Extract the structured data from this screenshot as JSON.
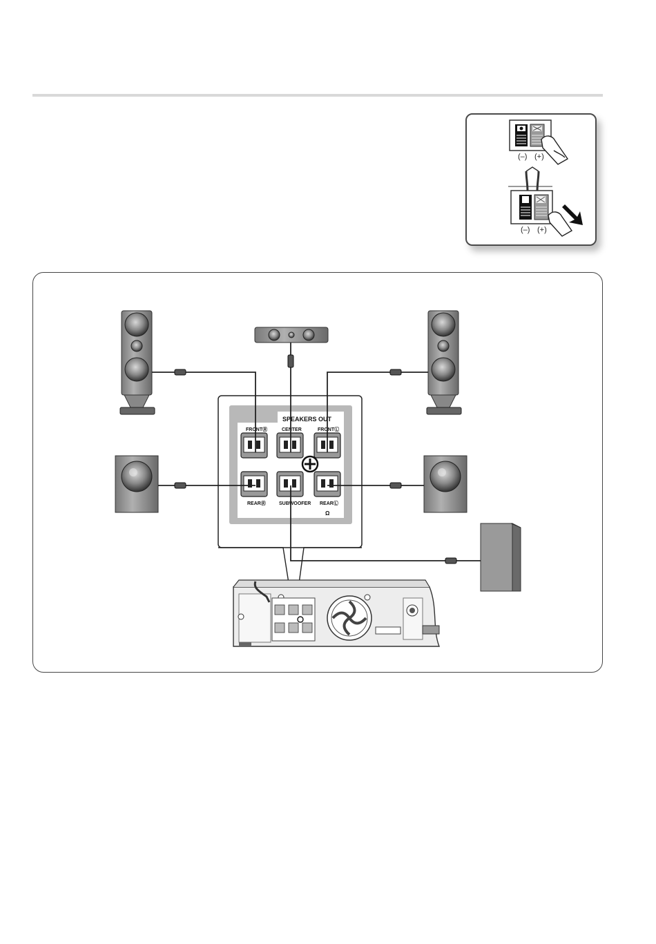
{
  "inset": {
    "polarity_minus": "(–)",
    "polarity_plus": "(+)"
  },
  "panel": {
    "title": "SPEAKERS OUT",
    "front_right": "FRONTⓇ",
    "center": "CENTER",
    "front_left": "FRONTⓁ",
    "rear_right": "REARⓇ",
    "subwoofer": "SUBWOOFER",
    "rear_left": "REARⓁ",
    "impedance_symbol": "Ω"
  },
  "icons": [
    "plus-icon",
    "hand-icon",
    "arrow-icon",
    "fan-icon",
    "screw-icon"
  ],
  "colors": {
    "speaker_body": "#8e8e8e",
    "panel_gray": "#b8b8b8",
    "cable": "#222222",
    "frame_border": "#444444"
  }
}
